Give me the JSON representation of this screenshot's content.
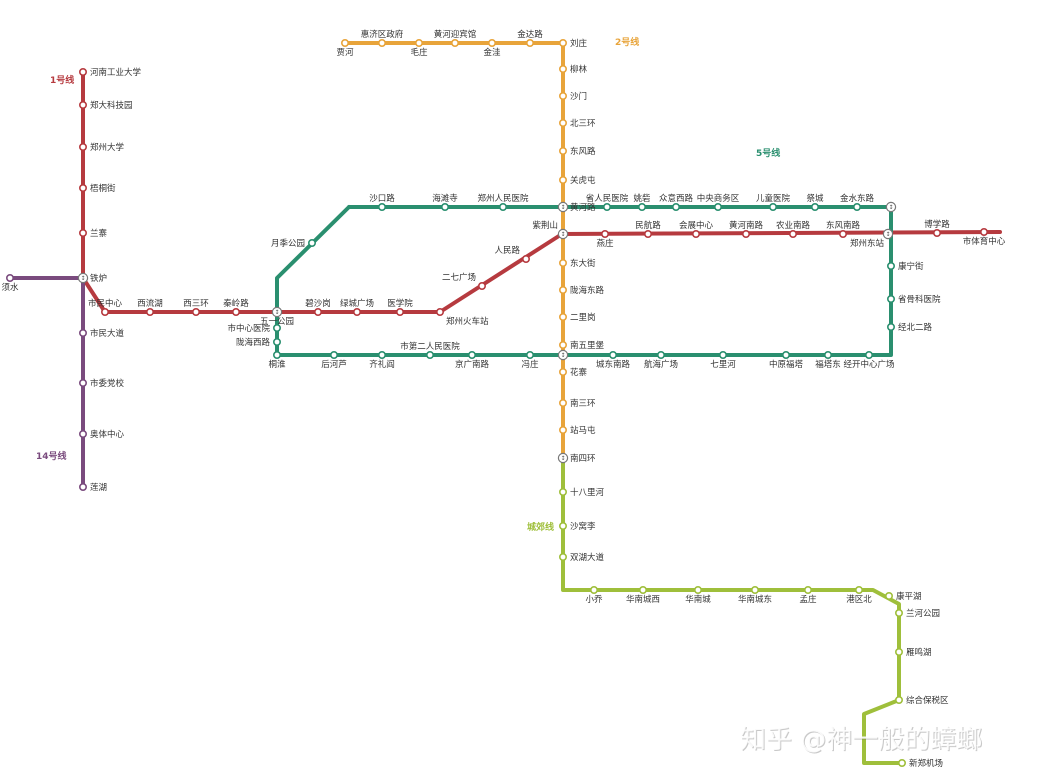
{
  "title": "",
  "watermark": "知乎 @神一般的蟑螂",
  "transfer_symbol": "↕",
  "lines": [
    {
      "id": "line1",
      "name": "1号线",
      "color": "#b63a3f",
      "stations": [
        "河南工业大学",
        "郑大科技园",
        "郑州大学",
        "梧桐街",
        "兰寨",
        "铁炉",
        "市民中心",
        "西流湖",
        "西三环",
        "秦岭路",
        "五一公园",
        "碧沙岗",
        "绿城广场",
        "医学院",
        "郑州火车站",
        "二七广场",
        "人民路",
        "紫荆山",
        "燕庄",
        "民航路",
        "会展中心",
        "黄河南路",
        "农业南路",
        "东风南路",
        "郑州东站",
        "博学路",
        "市体育中心"
      ]
    },
    {
      "id": "line2",
      "name": "2号线",
      "color": "#e8a43a",
      "stations": [
        "贾河",
        "惠济区政府",
        "毛庄",
        "黄河迎宾馆",
        "金洼",
        "金达路",
        "刘庄",
        "柳林",
        "沙门",
        "北三环",
        "东风路",
        "关虎屯",
        "黄河路",
        "紫荆山",
        "东大街",
        "陇海东路",
        "二里岗",
        "南五里堡",
        "花寨",
        "南三环",
        "站马屯",
        "南四环"
      ]
    },
    {
      "id": "line5",
      "name": "5号线",
      "color": "#2a8f6f",
      "stations": [
        "沙口路",
        "海滩寺",
        "郑州人民医院",
        "黄河路",
        "省人民医院",
        "姚砦",
        "众意西路",
        "中央商务区",
        "儿童医院",
        "祭城",
        "金水东路",
        "康宁街",
        "省骨科医院",
        "经北二路",
        "经开中心广场",
        "福塔东",
        "中原福塔",
        "七里河",
        "航海广场",
        "城东南路",
        "南五里堡",
        "冯庄",
        "京广南路",
        "市第二人民医院",
        "齐礼阎",
        "后河芦",
        "桐淮",
        "陇海西路",
        "市中心医院",
        "五一公园",
        "月季公园"
      ]
    },
    {
      "id": "line14",
      "name": "14号线",
      "color": "#7a4b7e",
      "stations": [
        "须水",
        "铁炉",
        "市民大道",
        "市委党校",
        "奥体中心",
        "莲湖"
      ]
    },
    {
      "id": "chengjiao",
      "name": "城郊线",
      "color": "#9fbf3b",
      "stations": [
        "南四环",
        "十八里河",
        "沙窝李",
        "双湖大道",
        "小乔",
        "华南城西",
        "华南城",
        "华南城东",
        "孟庄",
        "港区北",
        "康平湖",
        "兰河公园",
        "雁鸣湖",
        "综合保税区",
        "新郑机场"
      ]
    }
  ]
}
